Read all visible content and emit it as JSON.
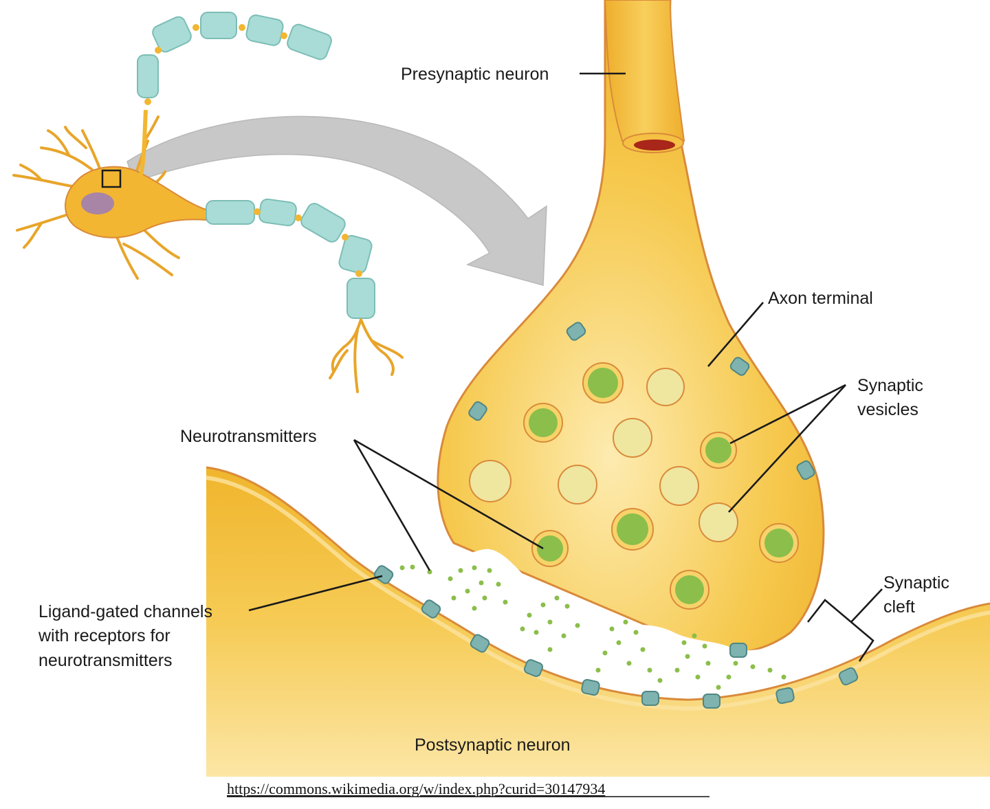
{
  "labels": {
    "presynaptic_neuron": "Presynaptic neuron",
    "axon_terminal": "Axon terminal",
    "synaptic_vesicles_line1": "Synaptic",
    "synaptic_vesicles_line2": "vesicles",
    "neurotransmitters": "Neurotransmitters",
    "ligand_line1": "Ligand-gated channels",
    "ligand_line2": "with receptors for",
    "ligand_line3": "neurotransmitters",
    "synaptic_cleft_line1": "Synaptic",
    "synaptic_cleft_line2": "cleft",
    "postsynaptic_neuron": "Postsynaptic neuron"
  },
  "source_url": "https://commons.wikimedia.org/w/index.php?curid=30147934",
  "colors": {
    "neuron_yellow": "#F2B632",
    "neuron_light": "#FBDC7A",
    "membrane_outline": "#D98A3A",
    "myelin": "#A9DCD6",
    "nucleus": "#A884A6",
    "vesicle_green": "#8BBE4A",
    "channel_teal": "#7FB3B0",
    "arrow_gray": "#C8C8C8"
  }
}
